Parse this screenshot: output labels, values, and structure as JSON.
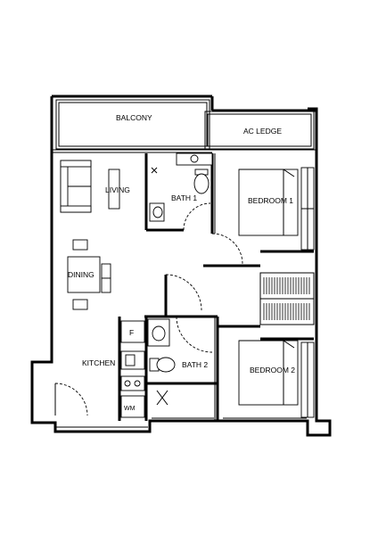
{
  "rooms": {
    "balcony": "BALCONY",
    "ac_ledge": "AC LEDGE",
    "living": "LIVING",
    "bath1": "BATH 1",
    "bedroom1": "BEDROOM 1",
    "dining": "DINING",
    "kitchen": "KITCHEN",
    "bath2": "BATH 2",
    "bedroom2": "BEDROOM 2"
  },
  "fixtures": {
    "fridge": "F",
    "washing_machine": "WM"
  }
}
